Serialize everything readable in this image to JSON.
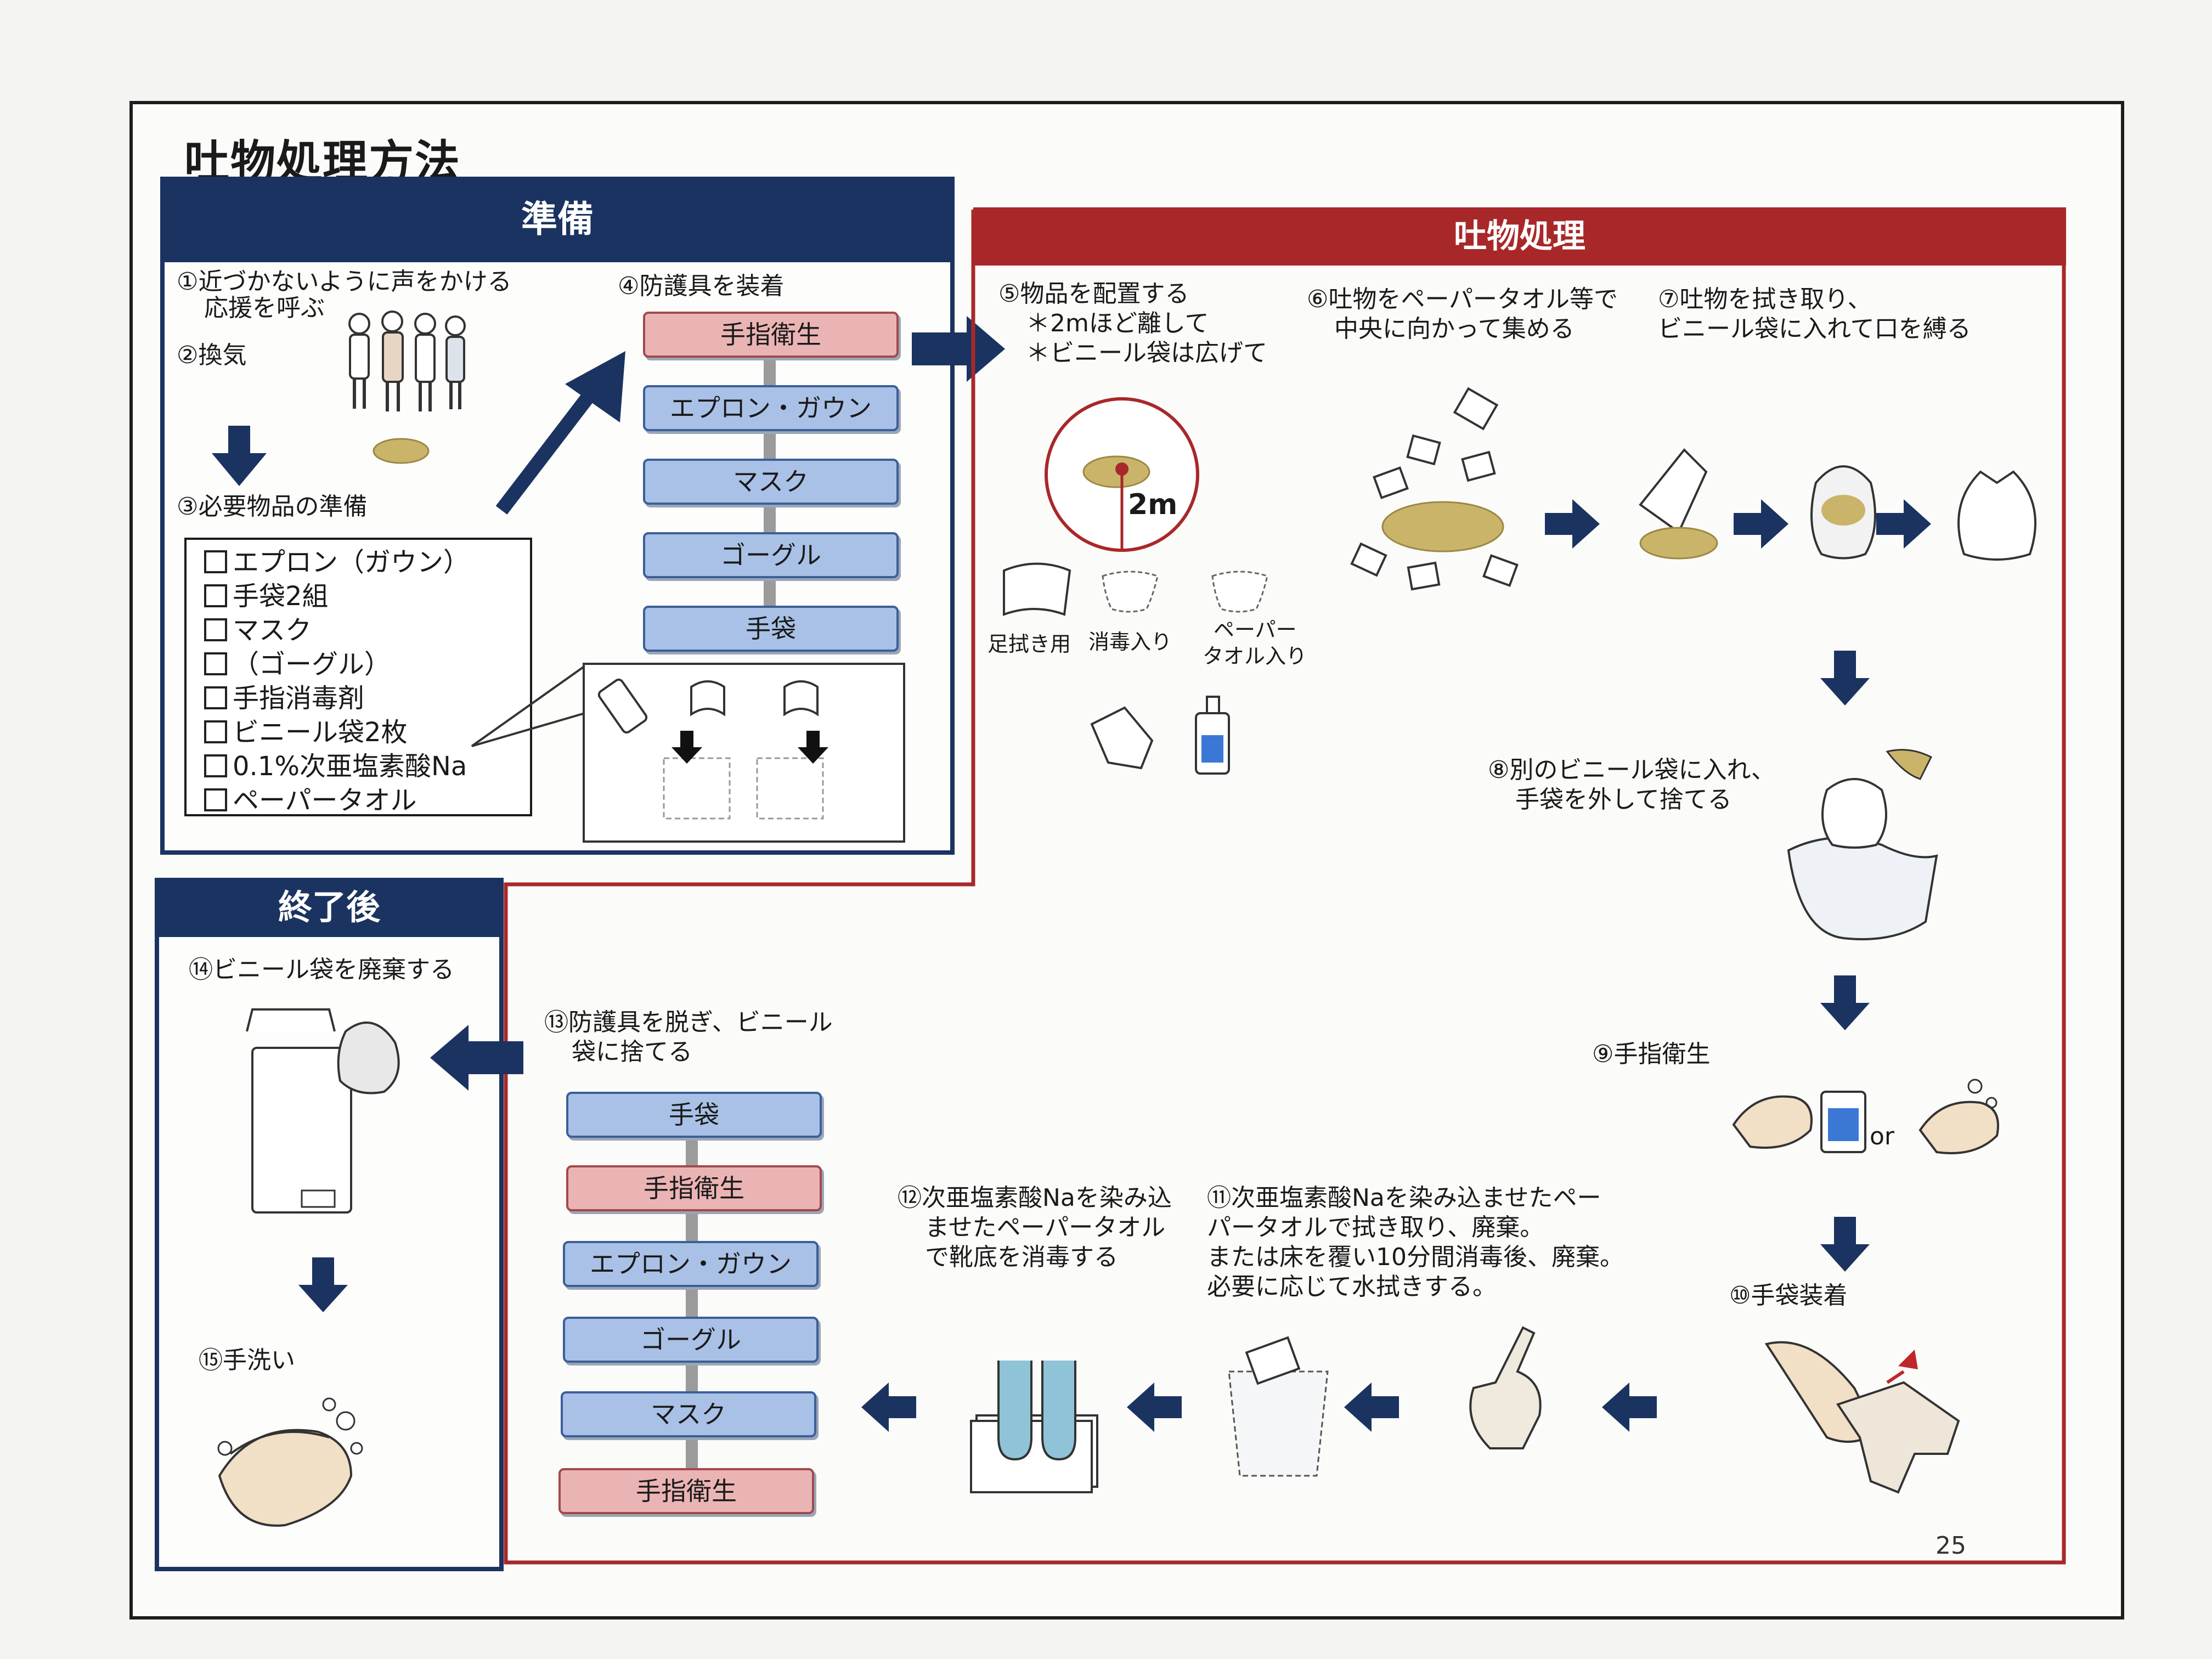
{
  "page": {
    "title": "吐物処理方法",
    "page_number": "25"
  },
  "prep": {
    "header": "準備",
    "step1_line1": "①近づかないように声をかける",
    "step1_line2": "応援を呼ぶ",
    "step2": "②換気",
    "step3": "③必要物品の準備",
    "checklist": [
      "エプロン（ガウン）",
      "手袋2組",
      "マスク",
      "（ゴーグル）",
      "手指消毒剤",
      "ビニール袋2枚",
      "0.1%次亜塩素酸Na",
      "ペーパータオル"
    ],
    "step4": "④防護具を装着",
    "ppe_on": [
      "手指衛生",
      "エプロン・ガウン",
      "マスク",
      "ゴーグル",
      "手袋"
    ]
  },
  "process": {
    "header": "吐物処理",
    "step5_line1": "⑤物品を配置する",
    "step5_line2": "＊2mほど離して",
    "step5_line3": "＊ビニール袋は広げて",
    "distance_label": "2m",
    "bag_labels": [
      "足拭き用",
      "消毒入り",
      "ペーパー",
      "タオル入り"
    ],
    "step6_line1": "⑥吐物をペーパータオル等で",
    "step6_line2": "中央に向かって集める",
    "step7_line1": "⑦吐物を拭き取り、",
    "step7_line2": "ビニール袋に入れて口を縛る",
    "step8_line1": "⑧別のビニール袋に入れ、",
    "step8_line2": "手袋を外して捨てる",
    "step9": "⑨手指衛生",
    "or_label": "or",
    "step10": "⑩手袋装着",
    "step11_line1": "⑪次亜塩素酸Naを染み込ませたペー",
    "step11_line2": "パータオルで拭き取り、廃棄。",
    "step11_line3": "または床を覆い10分間消毒後、廃棄。",
    "step11_line4": "必要に応じて水拭きする。",
    "step12_line1": "⑫次亜塩素酸Naを染み込",
    "step12_line2": "ませたペーパータオル",
    "step12_line3": "で靴底を消毒する",
    "step13_line1": "⑬防護具を脱ぎ、ビニール",
    "step13_line2": "袋に捨てる",
    "ppe_off": [
      "手袋",
      "手指衛生",
      "エプロン・ガウン",
      "ゴーグル",
      "マスク",
      "手指衛生"
    ]
  },
  "after": {
    "header": "終了後",
    "step14": "⑭ビニール袋を廃棄する",
    "step15": "⑮手洗い"
  },
  "colors": {
    "navy": "#1b3360",
    "red": "#a8282a",
    "blue_step": "#a9c1e6",
    "red_step": "#ebb4b4"
  }
}
